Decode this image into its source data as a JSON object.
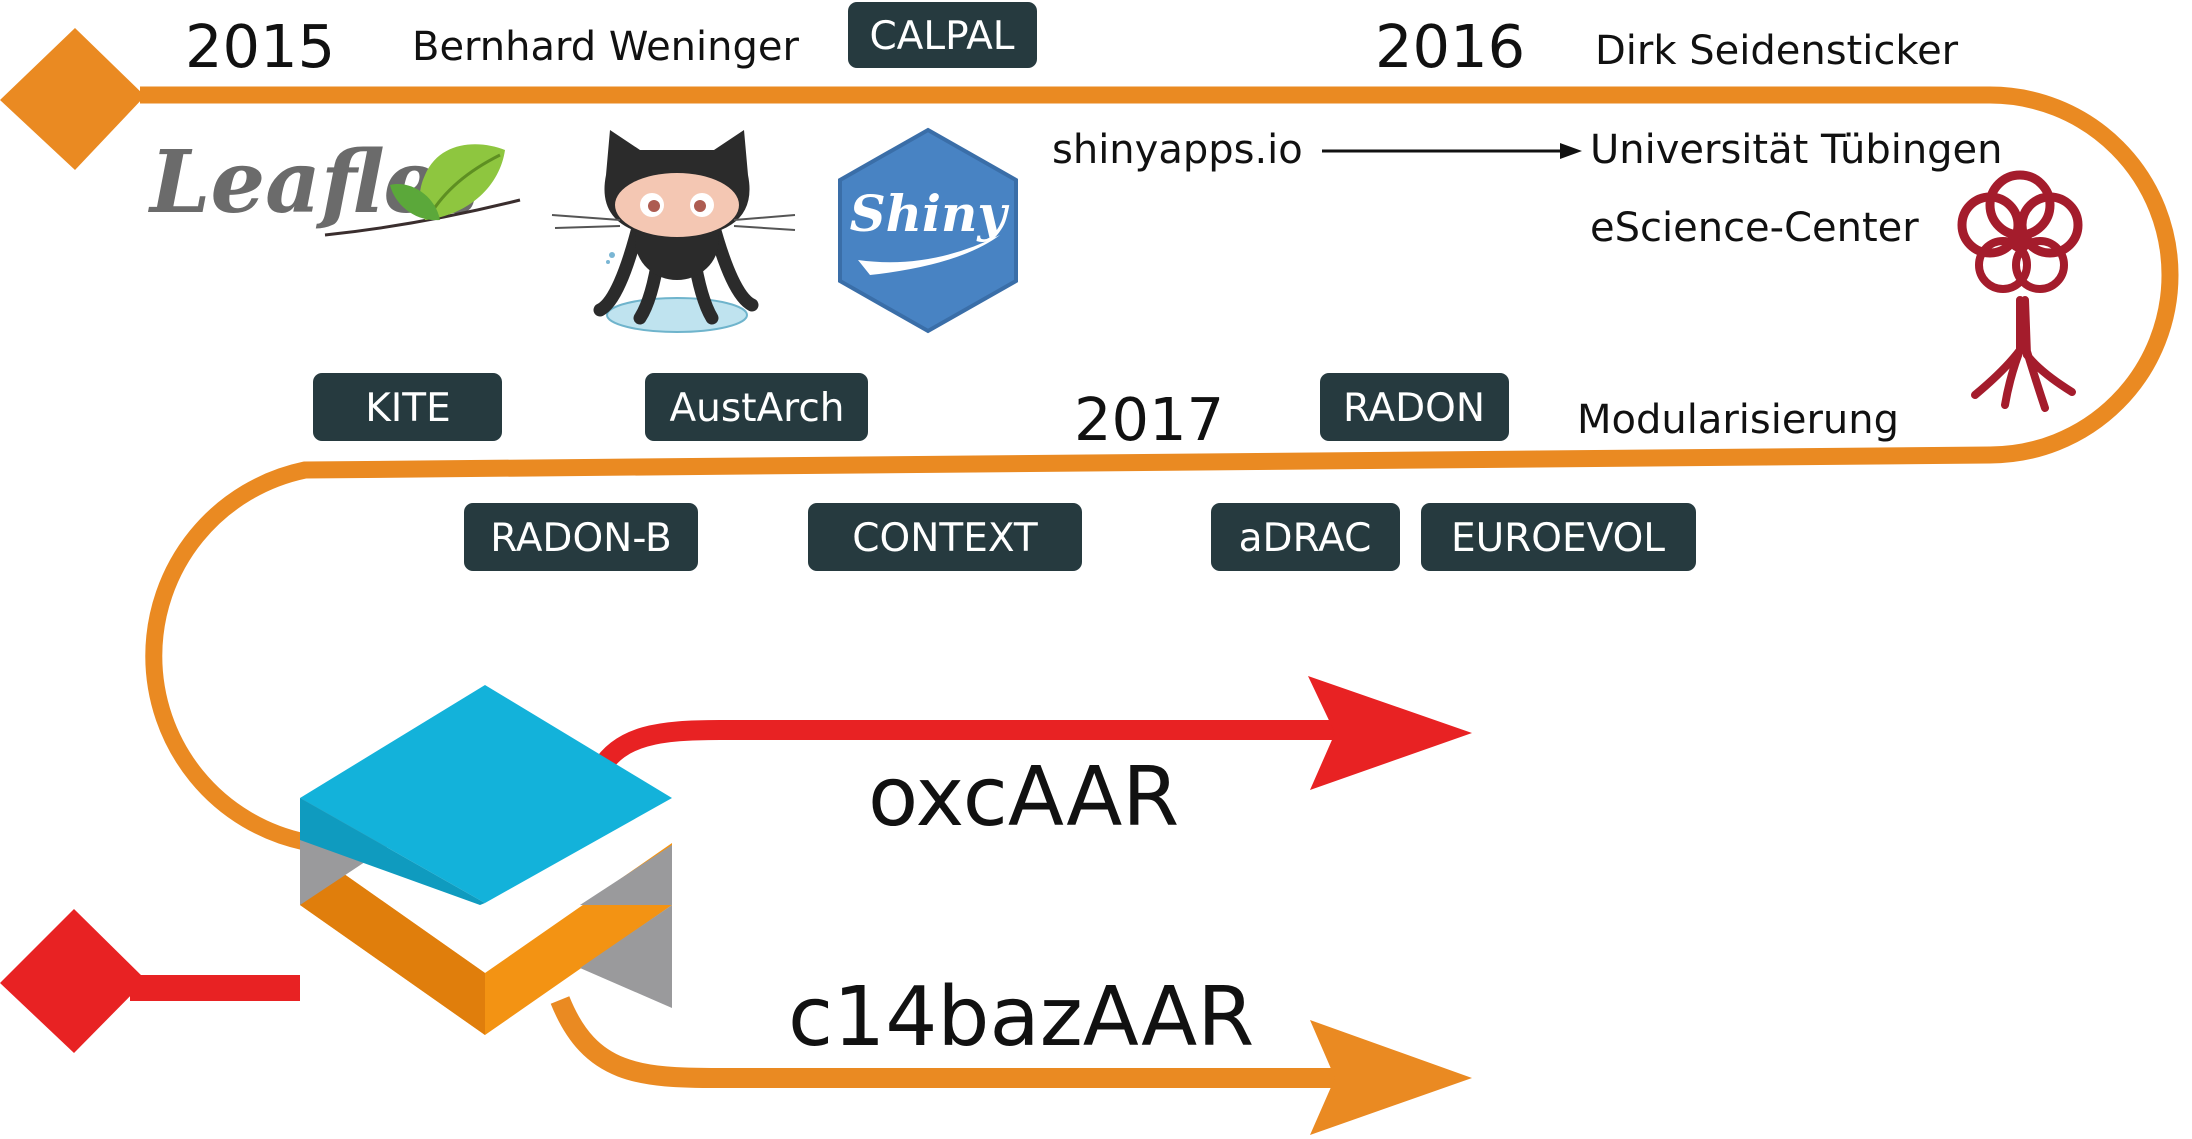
{
  "timeline": {
    "line_color": "#ea8a22",
    "red_color": "#e82223",
    "box_color": "#263a3f",
    "years": {
      "y2015": "2015",
      "y2016": "2016",
      "y2017": "2017"
    },
    "people": {
      "weninger": "Bernhard Weninger",
      "seidensticker": "Dirk Seidensticker"
    },
    "notes": {
      "shinyapps": "shinyapps.io",
      "tuebingen": "Universität Tübingen",
      "escience": "eScience-Center",
      "modularisierung": "Modularisierung"
    },
    "tools": {
      "calpal": "CALPAL",
      "kite": "KITE",
      "austarch": "AustArch",
      "radon": "RADON",
      "radon_b": "RADON-B",
      "context": "CONTEXT",
      "adrac": "aDRAC",
      "euroevol": "EUROEVOL"
    },
    "outputs": {
      "oxcaar": "oxcAAR",
      "c14bazaar": "c14bazAAR"
    },
    "logos": {
      "leaflet": "Leaflet",
      "github": "github-octocat-icon",
      "shiny": "Shiny",
      "tuebingen": "tuebingen-tree-logo",
      "stack": "layer-stack-icon"
    }
  }
}
